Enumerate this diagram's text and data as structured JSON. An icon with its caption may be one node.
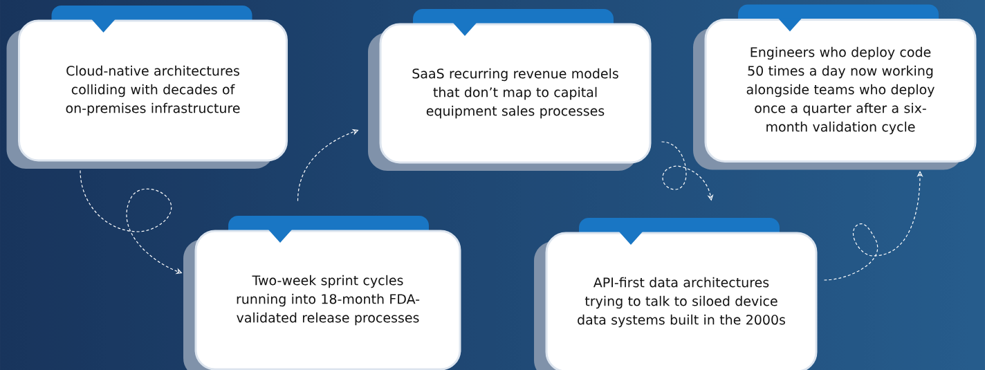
{
  "diagram": {
    "nodes": [
      {
        "text": [
          "Cloud-native architectures colliding with decades of on-premises infrastructure"
        ]
      },
      {
        "text": [
          "Two-week sprint cycles running into 18-month FDA-validated release processes"
        ]
      },
      {
        "text": [
          "SaaS recurring revenue models that don’t map to capital equipment sales processes"
        ]
      },
      {
        "text": [
          "API-first data architectures trying to talk to siloed device data systems built in the 2000s"
        ]
      },
      {
        "text": [
          "Engineers who deploy code 50 times a day now working alongside teams who deploy once a quarter after a six-month validation cycle"
        ]
      }
    ],
    "edges": [
      {
        "from": 0,
        "to": 1,
        "arrow": "to",
        "style": "dashed"
      },
      {
        "from": 1,
        "to": 2,
        "arrow": "to",
        "style": "dashed"
      },
      {
        "from": 2,
        "to": 3,
        "arrow": "to",
        "style": "dashed"
      },
      {
        "from": 3,
        "to": 4,
        "arrow": "to",
        "style": "dashed"
      }
    ]
  }
}
